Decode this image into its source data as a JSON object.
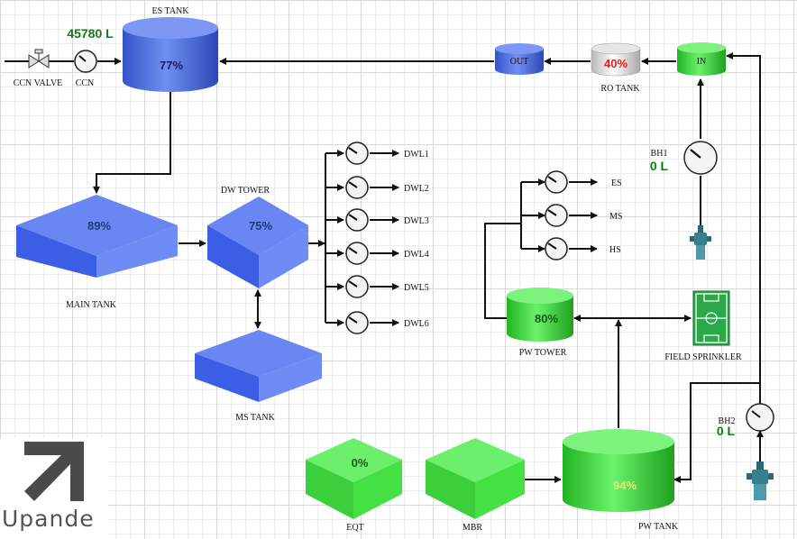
{
  "volumes": {
    "es_tank": "45780 L",
    "bh1": "0 L",
    "bh2": "0 L"
  },
  "tanks": {
    "es_tank": {
      "label": "ES TANK",
      "level": "77%"
    },
    "main_tank": {
      "label": "MAIN TANK",
      "level": "89%"
    },
    "dw_tower": {
      "label": "DW TOWER",
      "level": "75%"
    },
    "ms_tank": {
      "label": "MS TANK"
    },
    "ro_tank": {
      "label": "RO TANK",
      "level": "40%"
    },
    "pw_tower": {
      "label": "PW TOWER",
      "level": "80%"
    },
    "pw_tank": {
      "label": "PW TANK",
      "level": "94%"
    },
    "eqt": {
      "label": "EQT",
      "level": "0%"
    },
    "mbr": {
      "label": "MBR"
    },
    "out": {
      "label": "OUT"
    },
    "in": {
      "label": "IN"
    }
  },
  "instruments": {
    "ccn_valve": "CCN VALVE",
    "ccn": "CCN",
    "bh1": "BH1",
    "bh2": "BH2",
    "field_sprinkler": "FIELD SPRINKLER"
  },
  "dw_lines": [
    "DWL1",
    "DWL2",
    "DWL3",
    "DWL4",
    "DWL5",
    "DWL6"
  ],
  "pw_lines": [
    "ES",
    "MS",
    "HS"
  ],
  "logo": {
    "text": "Upande"
  },
  "colors": {
    "blue": "#4f73ea",
    "green": "#3fe23f",
    "volume_text": "#117a11",
    "ro_level_text": "#e02020"
  }
}
